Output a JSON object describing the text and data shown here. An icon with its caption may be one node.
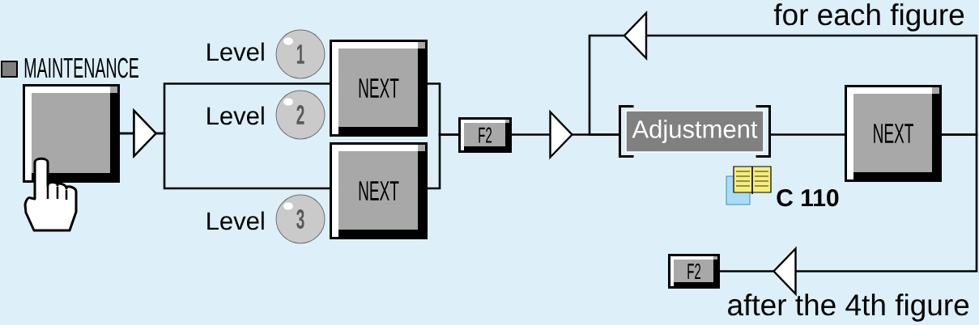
{
  "diagram": {
    "nodes": [
      {
        "text": [
          "MAINTENANCE"
        ]
      },
      {
        "text": [
          "1"
        ],
        "beside": [
          "Level"
        ]
      },
      {
        "text": [
          "2"
        ],
        "beside": [
          "Level"
        ]
      },
      {
        "text": [
          "3"
        ],
        "beside": [
          "Level"
        ]
      },
      {
        "text": [
          "NEXT"
        ]
      },
      {
        "text": [
          "NEXT"
        ]
      },
      {
        "text": [
          "F2"
        ]
      },
      {
        "text": [
          "Adjustment"
        ]
      },
      {
        "text": [
          "NEXT"
        ]
      },
      {
        "text": [
          "F2"
        ]
      }
    ],
    "edges": [
      {
        "from": 0,
        "to": 4,
        "arrow": "to"
      },
      {
        "from": 0,
        "to": 5,
        "arrow": "to"
      },
      {
        "from": 4,
        "to": 6,
        "arrow": "none"
      },
      {
        "from": 5,
        "to": 6,
        "arrow": "none"
      },
      {
        "from": 6,
        "to": 7,
        "arrow": "to"
      },
      {
        "from": 7,
        "to": 8,
        "arrow": "none"
      },
      {
        "from": 8,
        "to": 7,
        "arrow": "to",
        "label": "for each figure"
      },
      {
        "from": 8,
        "to": 9,
        "arrow": "to",
        "label": "after the 4th figure"
      }
    ],
    "labels": [
      "C 110"
    ]
  }
}
